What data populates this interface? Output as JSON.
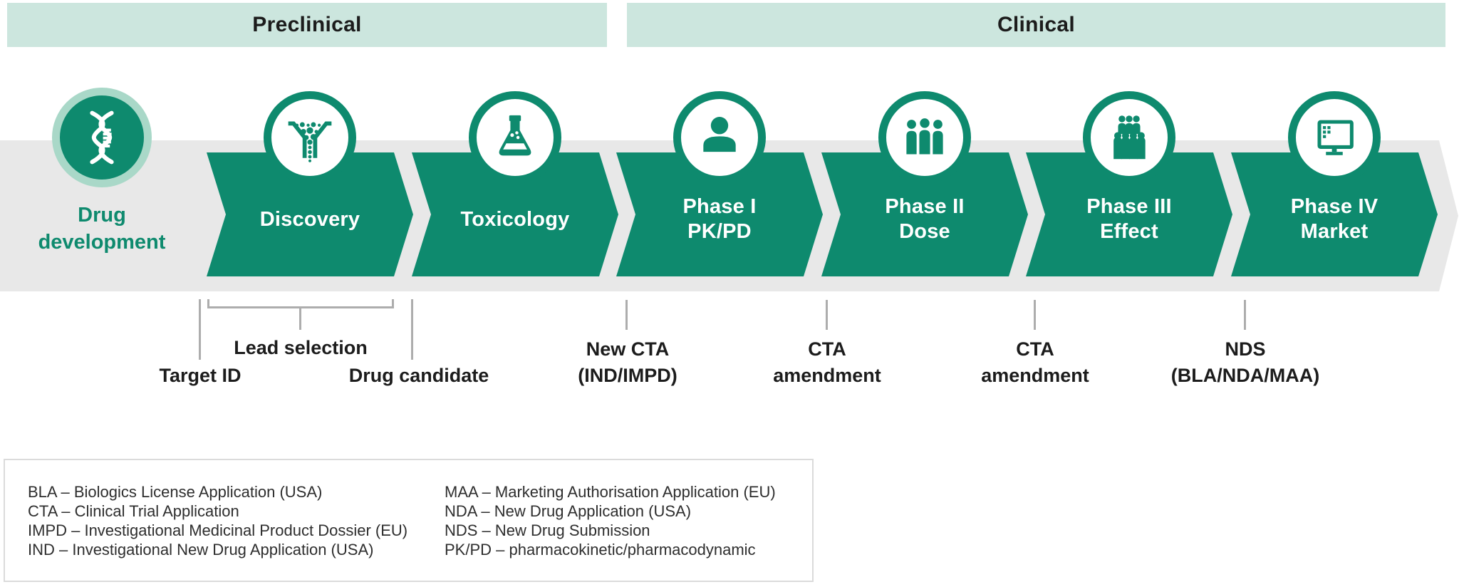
{
  "colors": {
    "green": "#0E8A6E",
    "mint_header": "#CCE6DE",
    "mint_ring": "#A9D8C8",
    "band_gray": "#E8E8E8",
    "tick_gray": "#ADADAD",
    "text_dark": "#1C1C1C",
    "legend_border": "#DBDBDB",
    "legend_text": "#2E2E2E"
  },
  "header": {
    "preclinical_label": "Preclinical",
    "clinical_label": "Clinical"
  },
  "pipeline": {
    "start": {
      "label": "Drug\ndevelopment",
      "icon": "dna-icon"
    },
    "stages": [
      {
        "label": "Discovery",
        "icon": "funnel-icon"
      },
      {
        "label": "Toxicology",
        "icon": "flask-icon"
      },
      {
        "label": "Phase I\nPK/PD",
        "icon": "person-icon"
      },
      {
        "label": "Phase II\nDose",
        "icon": "people-group-icon"
      },
      {
        "label": "Phase III\nEffect",
        "icon": "crowd-icon"
      },
      {
        "label": "Phase IV\nMarket",
        "icon": "monitor-icon"
      }
    ]
  },
  "milestones": {
    "lead_selection": "Lead selection",
    "target_id": "Target ID",
    "drug_candidate": "Drug candidate",
    "new_cta": "New CTA\n(IND/IMPD)",
    "cta_amendment_1": "CTA\namendment",
    "cta_amendment_2": "CTA\namendment",
    "nds": "NDS\n(BLA/NDA/MAA)"
  },
  "legend": {
    "left": [
      "BLA – Biologics License Application (USA)",
      "CTA – Clinical Trial Application",
      "IMPD – Investigational Medicinal Product Dossier (EU)",
      "IND – Investigational New Drug Application (USA)"
    ],
    "right": [
      "MAA – Marketing Authorisation Application (EU)",
      "NDA – New Drug Application (USA)",
      "NDS – New Drug Submission",
      "PK/PD – pharmacokinetic/pharmacodynamic"
    ]
  }
}
